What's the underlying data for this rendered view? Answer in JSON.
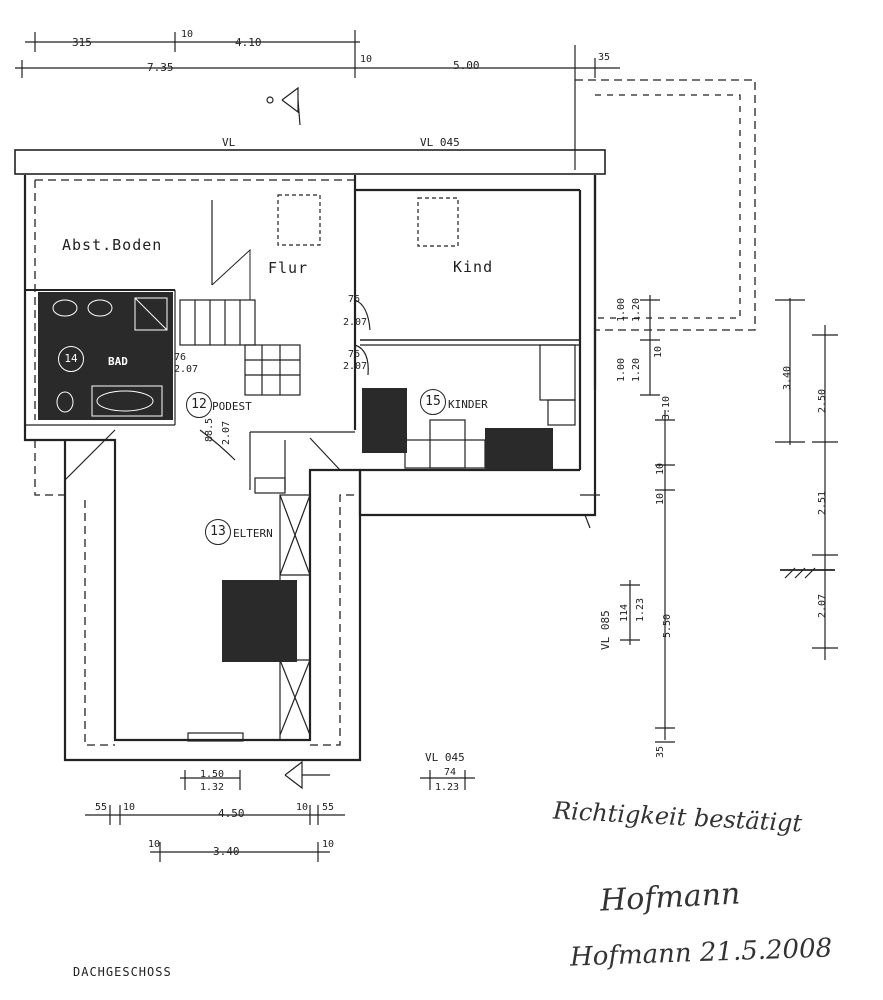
{
  "plan_title": "DACHGESCHOSS",
  "rooms": {
    "abst_boden": "Abst.Boden",
    "flur": "Flur",
    "kind": "Kind",
    "bad": {
      "number": "14",
      "name": "BAD"
    },
    "podest": {
      "number": "12",
      "name": "PODEST"
    },
    "eltern": {
      "number": "13",
      "name": "ELTERN"
    },
    "kinder": {
      "number": "15",
      "name": "KINDER"
    }
  },
  "level_marks": {
    "vl_top_left": "VL",
    "vl_top_right": "VL 045",
    "vl_bottom": "VL 045",
    "vl_side": "VL 085"
  },
  "dimensions": {
    "top": [
      "315",
      "10",
      "4.10",
      "7.35",
      "10",
      "5.00",
      "35"
    ],
    "door_bath": [
      "76",
      "2.07"
    ],
    "door_kind": [
      "76",
      "2.07"
    ],
    "door_kinder": [
      "76",
      "2.07"
    ],
    "door_podest": [
      "88.5",
      "2.07"
    ],
    "window_right_a": [
      "1.00",
      "1.20"
    ],
    "window_right_b": [
      "1.00",
      "1.20"
    ],
    "right_chain": [
      "10",
      "3.10",
      "10",
      "10",
      "5.50",
      "35"
    ],
    "far_right": [
      "3.40",
      "2.50",
      "2.51",
      "2.07"
    ],
    "vl085_dims": [
      "114",
      "1.23"
    ],
    "bottom_window": [
      "1.50",
      "1.32"
    ],
    "bottom_vl": [
      "74",
      "1.23"
    ],
    "bottom_chain": [
      "55",
      "10",
      "4.50",
      "10",
      "55"
    ],
    "bottom_chain2": [
      "10",
      "3.40",
      "10"
    ]
  },
  "handwriting": {
    "line1": "Richtigkeit bestätigt",
    "signature": "Hofmann",
    "line3": "Hofmann 21.5.2008"
  }
}
